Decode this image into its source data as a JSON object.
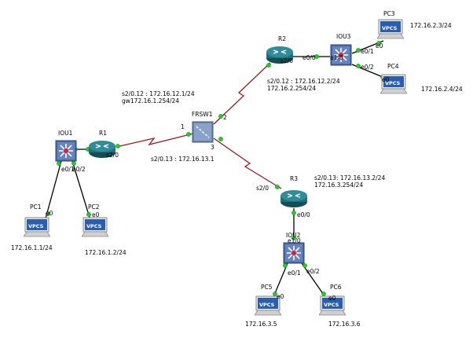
{
  "devices": {
    "pc3": {
      "name": "PC3",
      "badge": "VPCS",
      "ip": "172.16.2.3/24"
    },
    "pc4": {
      "name": "PC4",
      "badge": "VPCS",
      "ip": "172.16.2.4/24"
    },
    "pc1": {
      "name": "PC1",
      "badge": "VPCS",
      "ip": "172.16.1.1/24"
    },
    "pc2": {
      "name": "PC2",
      "badge": "VPCS",
      "ip": "172.16.1.2/24"
    },
    "pc5": {
      "name": "PC5",
      "badge": "VPCS",
      "ip": "172.16.3.5"
    },
    "pc6": {
      "name": "PC6",
      "badge": "VPCS",
      "ip": "172.16.3.6"
    },
    "r1": {
      "name": "R1"
    },
    "r2": {
      "name": "R2"
    },
    "r3": {
      "name": "R3"
    },
    "iou1": {
      "name": "IOU1"
    },
    "iou2": {
      "name": "IOU2"
    },
    "iou3": {
      "name": "IOU3"
    },
    "frsw1": {
      "name": "FRSW1"
    }
  },
  "ports": {
    "r2_s2_0": "s2/0",
    "r2_e0_0": "e0/0",
    "iou3_e1_0": "e1/0",
    "iou3_e0_1": "e0/1",
    "iou3_e0_2": "e0/2",
    "pc3_e0": "e0",
    "pc4_e0": "e0",
    "r1_s2_0": "s2/0",
    "iou1_e0_1": "e0/1",
    "iou1_e0_2": "e0/2",
    "pc1_e0": "e0",
    "pc2_e0": "e0",
    "frsw_1": "1",
    "frsw_2": "2",
    "frsw_3": "3",
    "r3_s2_0": "s2/0",
    "r3_e0_0": "e0/0",
    "iou2_e1_0": "e1/0",
    "iou2_e0_1": "e0/1",
    "iou2_e0_2": "e0/2",
    "pc5_e0": "e0",
    "pc6_e0": "e0"
  },
  "annotations": {
    "r1_sub_ip": "s2/0.12 : 172.16.12.1/24",
    "r1_gw": "gw172.16.1.254/24",
    "r1_sub13": "s2/0.13 : 172.16.13.1",
    "r2_sub_ip": "s2/0.12 : 172.16.12.2/24",
    "r2_lan": "172.16.2.254/24",
    "r3_sub_ip": "s2/0.13: 172.16.13.2/24",
    "r3_lan": "172.16.3.254/24"
  },
  "colors": {
    "router_body": "#1f6f7a",
    "switch_body": "#4a6aa8",
    "frsw_body": "#6d87b0",
    "serial_link": "#9a1b1b",
    "link_dot": "#22cc22",
    "vpcs_screen": "#2a5fb0"
  }
}
